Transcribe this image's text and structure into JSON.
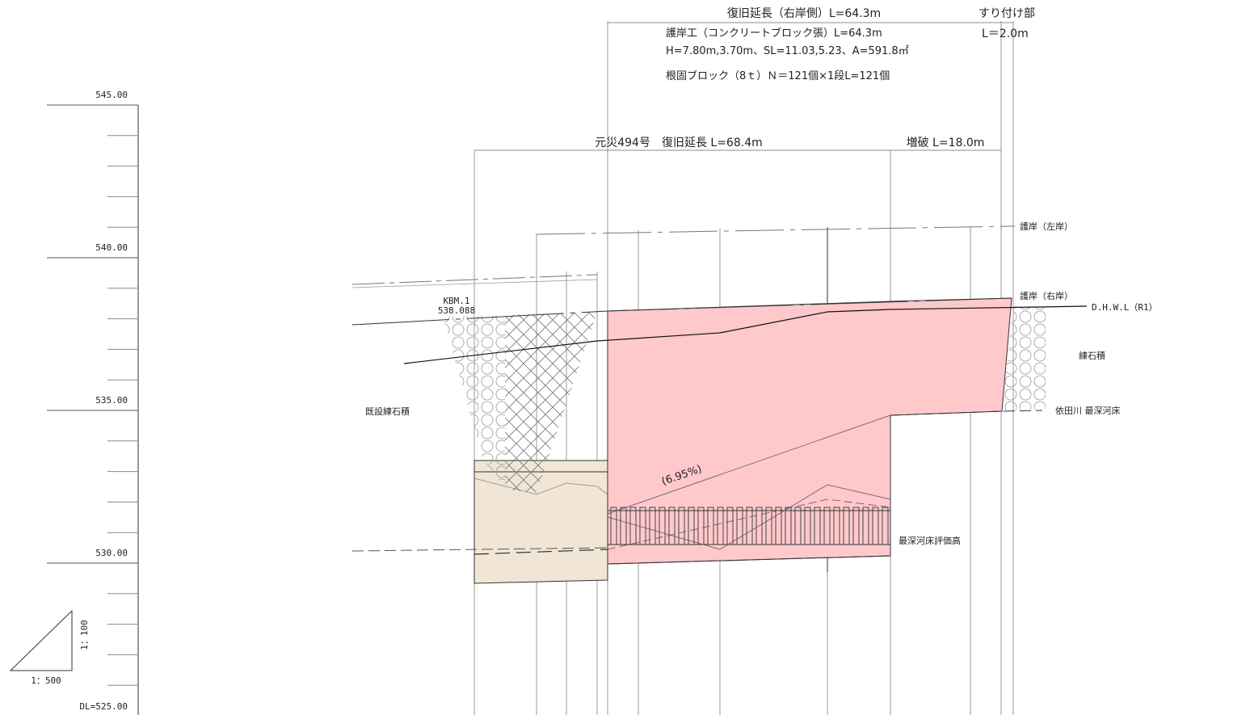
{
  "scale": {
    "levels": [
      "545.00",
      "540.00",
      "535.00",
      "530.00"
    ],
    "datum": "DL=525.00",
    "ratio_h": "1：500",
    "ratio_v": "1：100"
  },
  "dims": {
    "recovery_right": "復旧延長（右岸側）L=64.3m",
    "revetment": "護岸工（コンクリートブロック張）L=64.3m",
    "revetment_spec": "H=7.80m,3.70m、SL=11.03,5.23、A=591.8㎡",
    "footing_block": "根固ブロック（8ｔ）Ｎ＝121個×1段L=121個",
    "tie_in": "すり付け部",
    "tie_in_len": "L＝2.0m",
    "disaster_recovery": "元災494号　復旧延長 L=68.4m",
    "extension": "増破 L=18.0m"
  },
  "labels": {
    "left_bank": "護岸（左岸）",
    "right_bank": "護岸（右岸）",
    "dhwl": "D.H.W.L（R1）",
    "masonry": "練石積",
    "existing_masonry": "既設練石積",
    "riverbed": "依田川 最深河床",
    "riverbed_eval": "最深河床評価高",
    "slope": "(6.95%)",
    "kbm_name": "KBM.1",
    "kbm_value": "538.088"
  },
  "colors": {
    "revetment_fill": "#ffc9cc",
    "footing_fill": "#f1e5d6",
    "line": "#222222",
    "grid": "#bdbdbd"
  }
}
